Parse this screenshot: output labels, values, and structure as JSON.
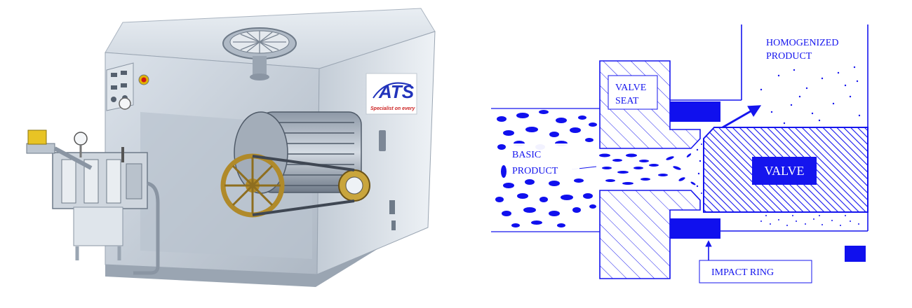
{
  "machine": {
    "logo": "ATS",
    "logo_tagline": "Specialist on every"
  },
  "diagram": {
    "labels": {
      "homogenized_line1": "HOMOGENIZED",
      "homogenized_line2": "PRODUCT",
      "valve_seat_line1": "VALVE",
      "valve_seat_line2": "SEAT",
      "basic_line1": "BASIC",
      "basic_line2": "PRODUCT",
      "valve": "VALVE",
      "impact_ring": "IMPACT RING"
    },
    "colors": {
      "primary": "#1515ee",
      "machine_body": "#c9d2dd",
      "machine_shadow": "#8c98a6",
      "logo_blue": "#2233bb",
      "logo_red": "#cc2222"
    }
  }
}
